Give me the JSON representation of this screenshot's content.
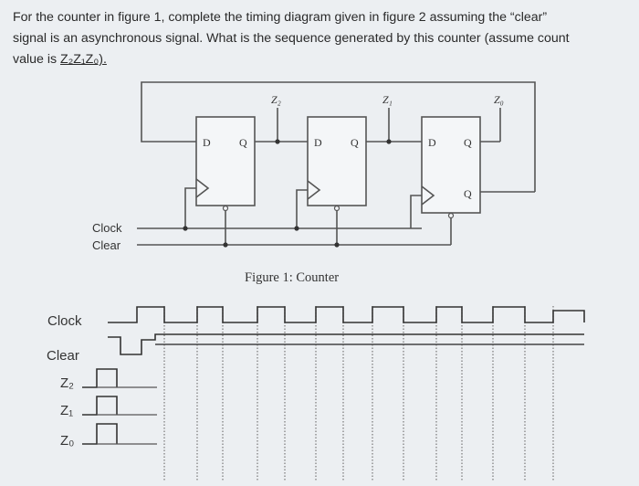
{
  "question": {
    "line1": "For the counter in figure 1, complete the timing diagram given in figure 2 assuming the “clear”",
    "line2": "signal is an asynchronous signal. What is the sequence generated by this counter (assume count",
    "line3_prefix": "value is ",
    "line3_value": "Z₂Z₁Z₀)."
  },
  "figure1": {
    "caption": "Figure 1: Counter",
    "input_labels": [
      "Clock",
      "Clear"
    ],
    "output_labels": [
      "Z₂",
      "Z₁",
      "Z₀"
    ],
    "flipflops": [
      {
        "d": "D",
        "q": "Q",
        "qbar": ""
      },
      {
        "d": "D",
        "q": "Q",
        "qbar": ""
      },
      {
        "d": "D",
        "q": "Q",
        "qbar": "Q"
      }
    ]
  },
  "figure2": {
    "signal_labels": [
      "Clock",
      "Clear",
      "Z₂",
      "Z₁",
      "Z₀"
    ]
  }
}
